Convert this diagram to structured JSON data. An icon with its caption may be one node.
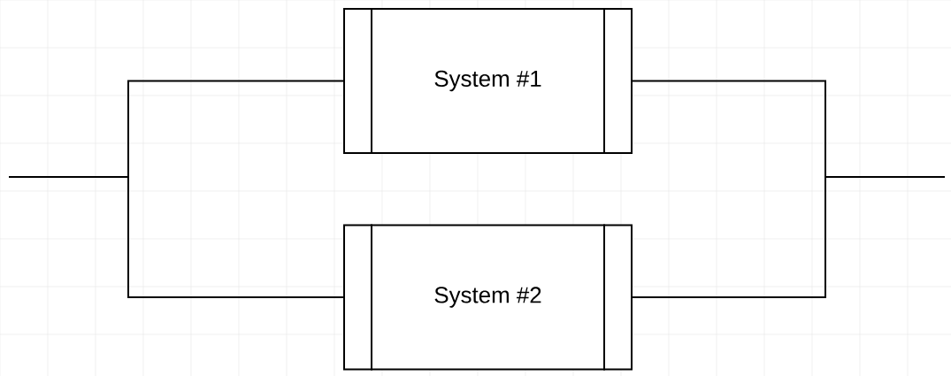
{
  "diagram": {
    "nodes": [
      {
        "text": [
          "System #1"
        ]
      },
      {
        "text": [
          "System #2"
        ]
      }
    ],
    "edges": [
      {
        "from": null,
        "to": 0,
        "arrow": "none"
      },
      {
        "from": null,
        "to": 1,
        "arrow": "none"
      },
      {
        "from": 0,
        "to": null,
        "arrow": "none"
      },
      {
        "from": 1,
        "to": null,
        "arrow": "none"
      }
    ]
  }
}
